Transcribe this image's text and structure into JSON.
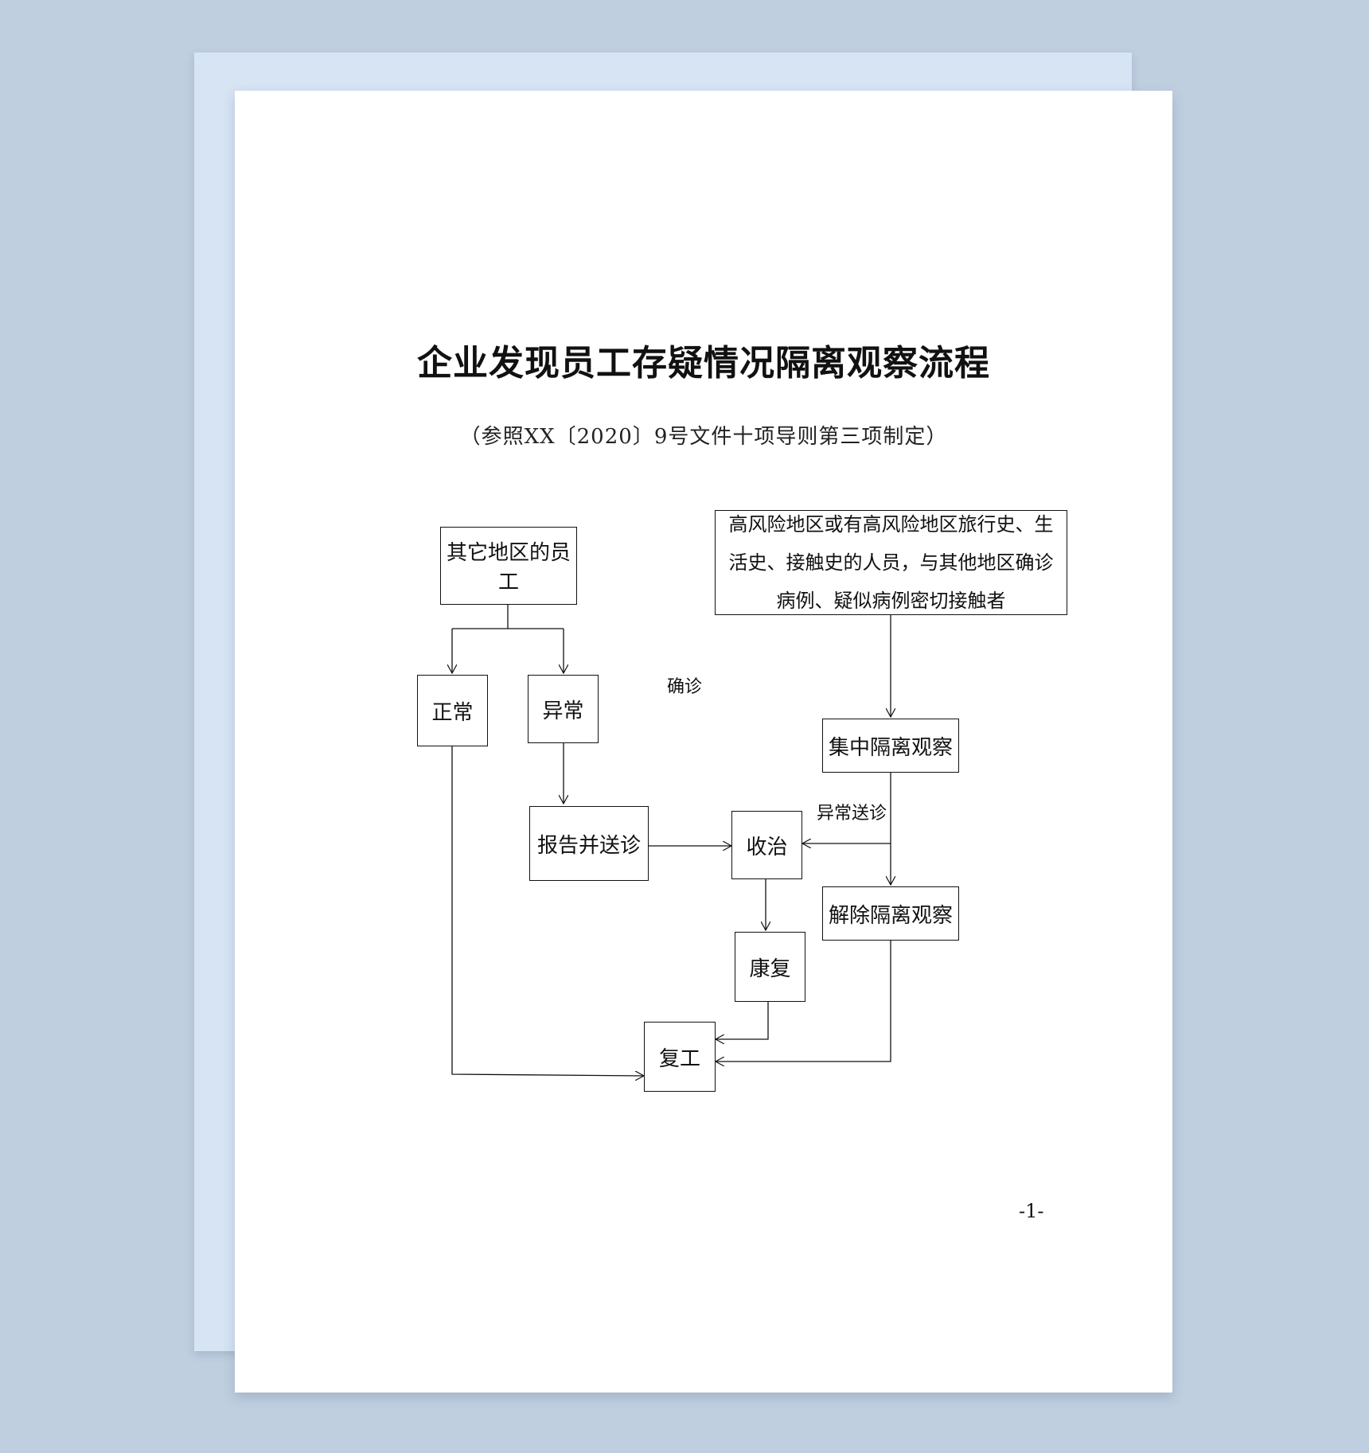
{
  "document": {
    "title": "企业发现员工存疑情况隔离观察流程",
    "subtitle": "（参照XX〔2020〕9号文件十项导则第三项制定）",
    "page_number": "-1-"
  },
  "flowchart": {
    "nodes": {
      "other_region_staff": "其它地区的员工",
      "high_risk": "高风险地区或有高风险地区旅行史、生活史、接触史的人员，与其他地区确诊病例、疑似病例密切接触者",
      "normal": "正常",
      "abnormal": "异常",
      "report_send": "报告并送诊",
      "treatment": "收治",
      "central_isolation": "集中隔离观察",
      "release_isolation": "解除隔离观察",
      "recovery": "康复",
      "return_work": "复工"
    },
    "edge_labels": {
      "confirmed": "确诊",
      "abnormal_send": "异常送诊"
    }
  }
}
